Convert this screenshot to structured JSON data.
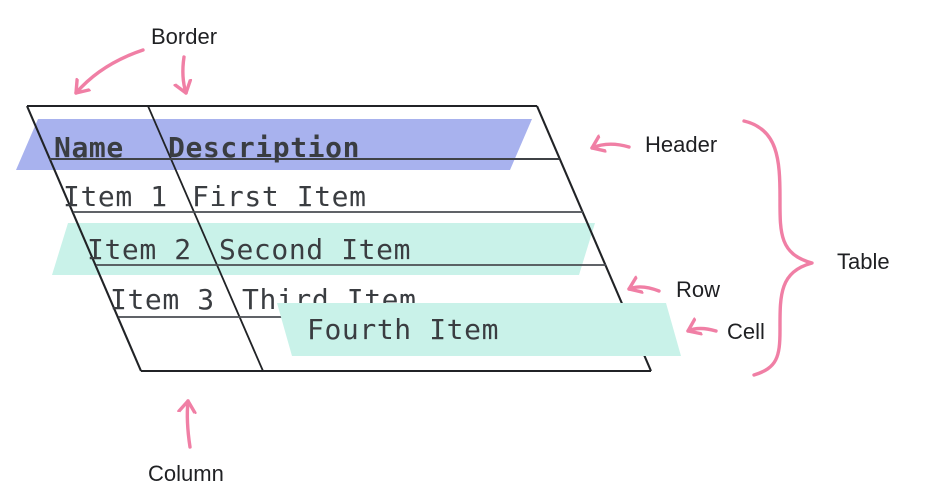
{
  "diagram": {
    "table": {
      "columns": [
        "Name",
        "Description"
      ],
      "rows": [
        {
          "name": "Item 1",
          "description": "First Item"
        },
        {
          "name": "Item 2",
          "description": "Second Item"
        },
        {
          "name": "Item 3",
          "description": "Third Item"
        },
        {
          "name": "",
          "description": "Fourth Item"
        }
      ]
    },
    "labels": {
      "border": "Border",
      "header": "Header",
      "table": "Table",
      "row": "Row",
      "cell": "Cell",
      "column": "Column"
    }
  },
  "colors": {
    "accent-pink": "#f07fa5",
    "highlight-purple": "#a8b2ee",
    "highlight-teal": "#c9f2e9",
    "line-dark": "#212326",
    "line-gray": "#4a4d52",
    "label-text": "#1f2023",
    "table-text": "#3a3d41"
  }
}
